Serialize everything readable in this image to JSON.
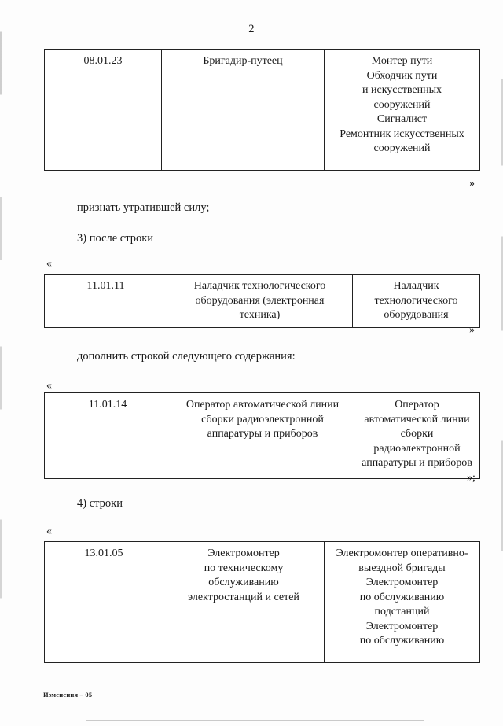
{
  "page": {
    "number": "2",
    "footer_note": "Изменения – 05"
  },
  "quotes": {
    "open": "«",
    "close": "»",
    "close_semicolon": "»;"
  },
  "blocks": [
    {
      "id": "table-1",
      "kind": "table",
      "rows": [
        {
          "code": "08.01.23",
          "profession": "Бригадир-путеец",
          "qualifications": [
            "Монтер пути",
            "Обходчик пути",
            "и искусственных",
            "сооружений",
            "Сигналист",
            "Ремонтник искусственных",
            "сооружений"
          ]
        }
      ]
    },
    {
      "id": "para-1",
      "kind": "paragraph",
      "text": "признать утратившей силу;"
    },
    {
      "id": "para-2",
      "kind": "paragraph",
      "text": "3) после строки"
    },
    {
      "id": "table-2",
      "kind": "table",
      "rows": [
        {
          "code": "11.01.11",
          "profession_lines": [
            "Наладчик технологического",
            "оборудования (электронная",
            "техника)"
          ],
          "qualifications": [
            "Наладчик",
            "технологического",
            "оборудования"
          ]
        }
      ]
    },
    {
      "id": "para-3",
      "kind": "paragraph",
      "text": "дополнить строкой следующего содержания:"
    },
    {
      "id": "table-3",
      "kind": "table",
      "rows": [
        {
          "code": "11.01.14",
          "profession_lines": [
            "Оператор автоматической линии",
            "сборки радиоэлектронной",
            "аппаратуры и приборов"
          ],
          "qualifications": [
            "Оператор",
            "автоматической линии",
            "сборки",
            "радиоэлектронной",
            "аппаратуры и приборов"
          ]
        }
      ]
    },
    {
      "id": "para-4",
      "kind": "paragraph",
      "text": "4) строки"
    },
    {
      "id": "table-4",
      "kind": "table",
      "rows": [
        {
          "code": "13.01.05",
          "profession_lines": [
            "Электромонтер",
            "по техническому",
            "обслуживанию",
            "электростанций и сетей"
          ],
          "qualifications": [
            "Электромонтер оперативно-",
            "выездной бригады",
            "Электромонтер",
            "по обслуживанию",
            "подстанций",
            "Электромонтер",
            "по обслуживанию"
          ]
        }
      ]
    }
  ],
  "table1": {
    "code": "08.01.23",
    "profession": "Бригадир-путеец",
    "qual_l1": "Монтер пути",
    "qual_l2": "Обходчик пути",
    "qual_l3": "и искусственных",
    "qual_l4": "сооружений",
    "qual_l5": "Сигналист",
    "qual_l6": "Ремонтник искусственных",
    "qual_l7": "сооружений"
  },
  "table2": {
    "code": "11.01.11",
    "prof_l1": "Наладчик технологического",
    "prof_l2": "оборудования (электронная",
    "prof_l3": "техника)",
    "qual_l1": "Наладчик",
    "qual_l2": "технологического",
    "qual_l3": "оборудования"
  },
  "table3": {
    "code": "11.01.14",
    "prof_l1": "Оператор автоматической линии",
    "prof_l2": "сборки радиоэлектронной",
    "prof_l3": "аппаратуры и приборов",
    "qual_l1": "Оператор",
    "qual_l2": "автоматической линии",
    "qual_l3": "сборки",
    "qual_l4": "радиоэлектронной",
    "qual_l5": "аппаратуры и приборов"
  },
  "table4": {
    "code": "13.01.05",
    "prof_l1": "Электромонтер",
    "prof_l2": "по техническому",
    "prof_l3": "обслуживанию",
    "prof_l4": "электростанций и сетей",
    "qual_l1": "Электромонтер оперативно-",
    "qual_l2": "выездной бригады",
    "qual_l3": "Электромонтер",
    "qual_l4": "по обслуживанию",
    "qual_l5": "подстанций",
    "qual_l6": "Электромонтер",
    "qual_l7": "по обслуживанию"
  },
  "paragraphs": {
    "p1": "признать утратившей силу;",
    "p2": "3) после строки",
    "p3": "дополнить строкой следующего содержания:",
    "p4": "4) строки"
  }
}
